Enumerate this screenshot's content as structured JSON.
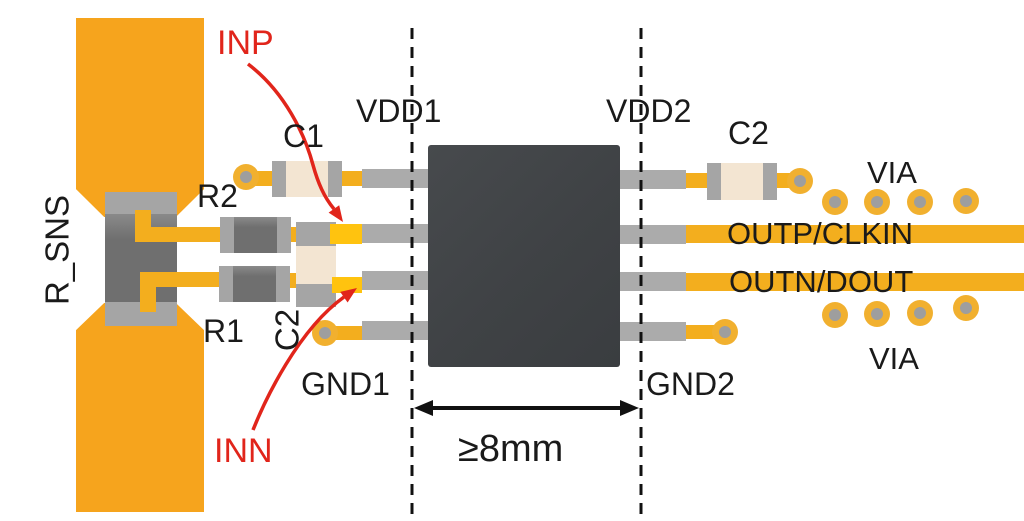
{
  "labels": {
    "r_sns": "R_SNS",
    "inp": "INP",
    "inn": "INN",
    "c1": "C1",
    "r2": "R2",
    "r1": "R1",
    "c2_input": "C2",
    "vdd1": "VDD1",
    "gnd1": "GND1",
    "vdd2": "VDD2",
    "gnd2": "GND2",
    "c2": "C2",
    "outp_clkin": "OUTP/CLKIN",
    "outn_dout": "OUTN/DOUT",
    "via_top": "VIA",
    "via_bottom": "VIA",
    "min_distance": "≥8mm"
  },
  "colors": {
    "pad_orange": "#F6A41D",
    "trace_yellow": "#F3AE1E",
    "bright_yellow": "#FFC30F",
    "via_ring": "#F1B02F",
    "via_hole": "#9E9E9E",
    "pin_gray": "#ABABAB",
    "resistor_body": "#6F6F6F",
    "resistor_cap": "#A5A5A5",
    "cap_cream": "#F3E5D2",
    "ic_body": "#3F4245",
    "annotation_red": "#E1251B",
    "text_black": "#1A1A1A"
  }
}
